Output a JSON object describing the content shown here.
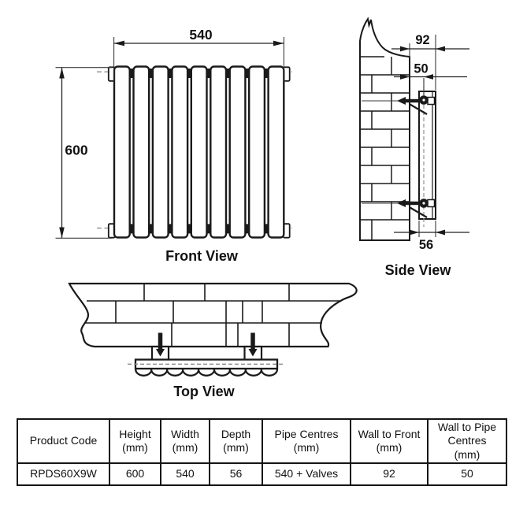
{
  "views": {
    "front": {
      "label": "Front View",
      "width_dim": "540",
      "height_dim": "600"
    },
    "side": {
      "label": "Side View",
      "wall_to_front_dim": "92",
      "wall_to_pipe_dim": "50",
      "depth_dim": "56"
    },
    "top": {
      "label": "Top View"
    }
  },
  "table": {
    "headers": [
      "Product Code",
      "Height\n(mm)",
      "Width\n(mm)",
      "Depth\n(mm)",
      "Pipe Centres\n(mm)",
      "Wall to Front\n(mm)",
      "Wall to Pipe\nCentres\n(mm)"
    ],
    "rows": [
      [
        "RPDS60X9W",
        "600",
        "540",
        "56",
        "540 + Valves",
        "92",
        "50"
      ]
    ]
  },
  "colors": {
    "line": "#1a1a1a",
    "dash": "#8f8f8f",
    "background": "#ffffff"
  }
}
